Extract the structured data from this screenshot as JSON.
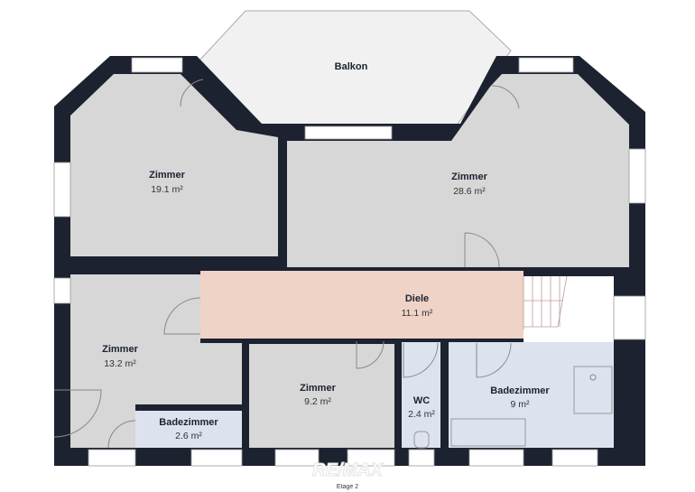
{
  "plan": {
    "floor_label": "Etage 2",
    "watermark": "RE/MAX",
    "colors": {
      "wall": "#1c2230",
      "room": "#d7d7d7",
      "hall": "#efd3c6",
      "bath": "#dde2ef",
      "balcony": "#f1f1f1"
    },
    "rooms": [
      {
        "name": "Balkon",
        "area": ""
      },
      {
        "name": "Zimmer",
        "area": "19.1 m²"
      },
      {
        "name": "Zimmer",
        "area": "28.6 m²"
      },
      {
        "name": "Diele",
        "area": "11.1 m²"
      },
      {
        "name": "Zimmer",
        "area": "13.2 m²"
      },
      {
        "name": "Badezimmer",
        "area": "2.6 m²"
      },
      {
        "name": "Zimmer",
        "area": "9.2 m²"
      },
      {
        "name": "WC",
        "area": "2.4 m²"
      },
      {
        "name": "Badezimmer",
        "area": "9 m²"
      }
    ]
  }
}
